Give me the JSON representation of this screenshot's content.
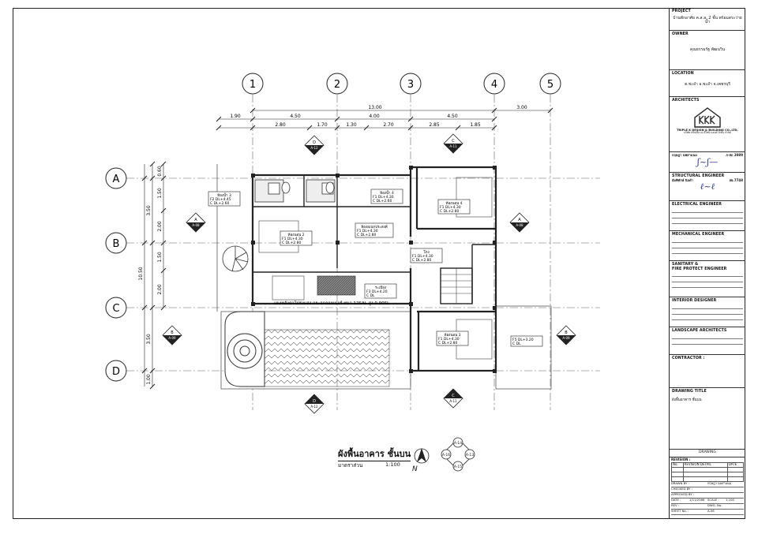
{
  "grid": {
    "columns": [
      "1",
      "2",
      "3",
      "4",
      "5"
    ],
    "rows": [
      "A",
      "B",
      "C",
      "D"
    ]
  },
  "dims": {
    "top_overall": "13.00",
    "top_right": "3.00",
    "top_row2": [
      "1.90",
      "4.50",
      "4.00",
      "4.50"
    ],
    "top_row3": [
      "2.80",
      "1.70",
      "1.30",
      "2.70",
      "2.85",
      "1.85"
    ],
    "left_overall": "10.50",
    "left_segments": [
      "0.60",
      "1.50",
      "3.50",
      "2.00",
      "1.50",
      "2.00",
      "3.50",
      "1.00"
    ]
  },
  "section_markers": [
    {
      "letter": "D",
      "sheet": "A-12"
    },
    {
      "letter": "C",
      "sheet": "A-11"
    },
    {
      "letter": "A",
      "sheet": "A-08"
    },
    {
      "letter": "B",
      "sheet": "A-09"
    }
  ],
  "room_tags": [
    {
      "name": "ห้องน้ำ 3",
      "l1": "F2  DL+4.45",
      "l2": "C   DL+2.60"
    },
    {
      "name": "ห้องน้ำ 4",
      "l1": "F1  DL+4.30",
      "l2": "C   DL+2.60"
    },
    {
      "name": "ห้องนอน 4",
      "l1": "F1  DL+4.30",
      "l2": "C   DL+2.80"
    },
    {
      "name": "ห้องนอน 2",
      "l1": "F1  DL+4.30",
      "l2": "C   DL+2.80"
    },
    {
      "name": "ห้องอเนกประสงค์",
      "l1": "F1  DL+4.30",
      "l2": "C   DL+2.80"
    },
    {
      "name": "โถง",
      "l1": "F1  DL+4.30",
      "l2": "C   DL+2.80"
    },
    {
      "name": "ระเบียง",
      "l1": "F3  DL+4.20",
      "l2": "C   DL"
    },
    {
      "name": "ห้องนอน 3",
      "l1": "F1  DL+4.30",
      "l2": "C   DL+2.80"
    },
    {
      "name": "",
      "l1": "F5  DL+3.20",
      "l2": "C   DL"
    }
  ],
  "roof_note": "แผงหลังคาโปร่งแสง กระจกลอยเปอร์ หนา 12SAL สูง 0.90SL",
  "plan_title": "ผังพื้นอาคาร ชั้นบน",
  "plan_scale_label": "มาตราส่วน",
  "plan_scale_value": "1:100",
  "north": "N",
  "key_sheets": [
    "A-14",
    "A-13",
    "A-15",
    "A-16"
  ],
  "titleblock": {
    "project_label": "PROJECT",
    "project_value": "บ้านพักอาศัย ค.ส.ล. 2 ชั้น พร้อมสระว่ายน้ำ",
    "owner_label": "OWNER",
    "owner_value": "คุณธรรมรัฐ พัฒนวิน",
    "location_label": "LOCATION",
    "location_value": "ต.ชะอำ อ.ชะอำ จ.เพชรบุรี",
    "architects_label": "ARCHITECTS",
    "firm_name": "TRIPLE K DESIGN & BUILDING CO.,LTD.",
    "firm_sub": "บริษัท ทริปเปิ้ล เค ดีไซน์ แอนด์ บิวดิ้ง จำกัด",
    "architect_name": "กฤษฎา นพสามนม",
    "architect_license": "ภ-สถ 2089",
    "structural_label": "STRUCTURAL ENGINEER",
    "structural_name": "อัมพิทักษ์ นิลดำ",
    "structural_license": "สย.7748",
    "electrical_label": "ELECTRICAL ENGINEER",
    "mechanical_label": "MECHANICAL ENGINEER",
    "sanitary_label": "SANITARY &",
    "fire_label": "FIRE PROTECT ENGINEER",
    "interior_label": "INTERIOR DESIGNER",
    "landscape_label": "LANDSCAPE ARCHITECTS",
    "contractor_label": "CONTRACTOR :",
    "drawing_title_label": "DRAWING TITLE",
    "drawing_title_value": "ผังพื้นอาคาร ชั้นบน",
    "drawing_label": "DRAWING",
    "revision_label": "REVISION :",
    "rev_no": "No.",
    "rev_detail": "REVISION DETAIL",
    "rev_date": "DATE",
    "drawn_by": "DRAWN BY :",
    "drawn_by_value": "กฤษฎา นพสามนม",
    "checked_by": "CHECKED BY :",
    "approved_by": "APPROVED BY :",
    "date_label": "DATE :",
    "date_value": "1/11/2566",
    "scale_label": "SCALE :",
    "scale_value": "1:100",
    "rev_label": "REV :",
    "dwg_no_label": "DWG. No.",
    "sheet_no_label": "SHEET No. :",
    "sheet_no_value": "A-06"
  },
  "colors": {
    "line": "#222222",
    "signature": "#2b3a8a",
    "hatch": "#555555"
  }
}
